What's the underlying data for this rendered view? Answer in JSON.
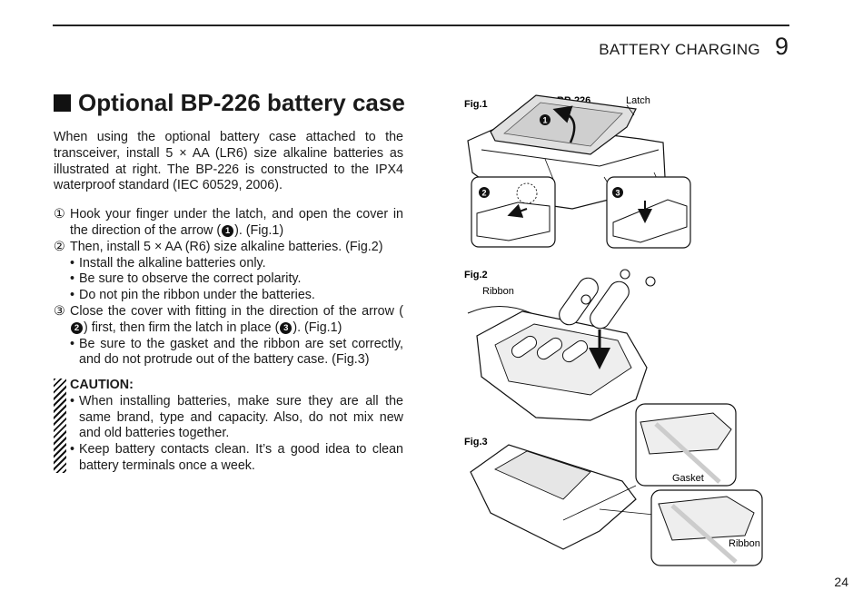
{
  "header": {
    "section": "BATTERY CHARGING",
    "chapter": "9"
  },
  "title": "Optional BP-226 battery case",
  "intro": "When using the optional battery case attached to the transceiver, install 5 × AA (LR6) size alkaline batteries as illustrated at right. The BP-226 is constructed to the IPX4 waterproof standard (IEC 60529, 2006).",
  "steps": {
    "s1": {
      "num": "①",
      "pre": "Hook your finger under the latch, and open the cover in the direction of the arrow (",
      "mark": "1",
      "post": "). (Fig.1)"
    },
    "s2": {
      "num": "②",
      "text": "Then, install 5 × AA (R6) size alkaline batteries. (Fig.2)",
      "bullets": [
        "Install the alkaline batteries only.",
        "Be sure to observe the correct polarity.",
        "Do not pin the ribbon under the batteries."
      ]
    },
    "s3": {
      "num": "③",
      "pre": "Close the cover with fitting in the direction of the arrow (",
      "mark1": "2",
      "mid": ") first, then firm the latch in place (",
      "mark2": "3",
      "post": ").  (Fig.1)",
      "bullet": "Be sure to the gasket and the ribbon are set correctly, and do not protrude out of the battery case.  (Fig.3)"
    }
  },
  "caution": {
    "heading": "CAUTION:",
    "items": [
      "When installing batteries, make sure they are all the same brand, type and capacity. Also, do not mix new and old batteries together.",
      "Keep battery contacts clean. It’s a good idea to clean battery terminals once a week."
    ]
  },
  "figures": {
    "fig1": {
      "label": "Fig.1",
      "model": "BP-226",
      "latch": "Latch",
      "m1": "1",
      "m2": "2",
      "m3": "3"
    },
    "fig2": {
      "label": "Fig.2",
      "ribbon": "Ribbon"
    },
    "fig3": {
      "label": "Fig.3",
      "gasket": "Gasket",
      "ribbon": "Ribbon"
    }
  },
  "page_number": "24"
}
